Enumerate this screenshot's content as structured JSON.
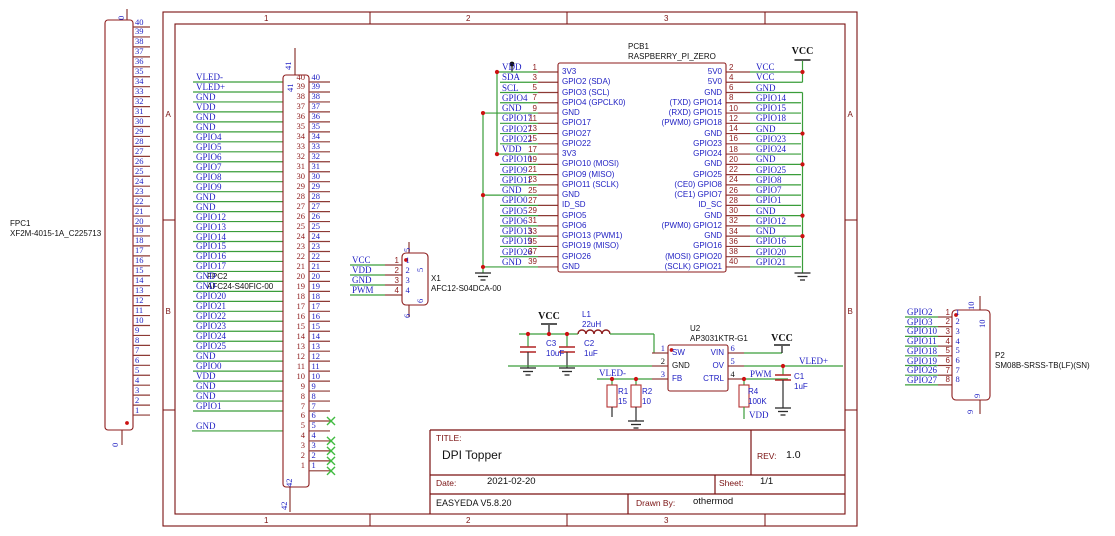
{
  "sheet": {
    "title_label": "TITLE:",
    "title": "DPI Topper",
    "rev_label": "REV:",
    "rev": "1.0",
    "date_label": "Date:",
    "date": "2021-02-20",
    "sheet_label": "Sheet:",
    "sheet_number": "1/1",
    "tool": "EASYEDA V5.8.20",
    "drawn_by_label": "Drawn By:",
    "drawn_by": "othermod",
    "cols": [
      "1",
      "2",
      "3"
    ],
    "rows": [
      "A",
      "B"
    ]
  },
  "colors": {
    "frame_red": "#7a1212",
    "component_red": "#8c1b1b",
    "stub_red": "#8d3a34",
    "passive_red": "#b53131",
    "wire_green": "#3a9d3a",
    "net_label_blue": "#1d1dc2",
    "junction_red": "#cc1111",
    "nc_green": "#41bb41",
    "ground_black": "#2b2b2b"
  },
  "fpc1": {
    "ref": "FPC1",
    "part": "XF2M-4015-1A_C225713",
    "mount_top": "0",
    "mount_bottom": "0",
    "pins": [
      40,
      39,
      38,
      37,
      36,
      35,
      34,
      33,
      32,
      31,
      30,
      29,
      28,
      27,
      26,
      25,
      24,
      23,
      22,
      21,
      20,
      19,
      18,
      17,
      16,
      15,
      14,
      13,
      12,
      11,
      10,
      9,
      8,
      7,
      6,
      5,
      4,
      3,
      2,
      1
    ]
  },
  "fpc2": {
    "ref": "FPC2",
    "part": "AFC24-S40FIC-00",
    "mount_top": "41",
    "mount_bottom": "42",
    "pins": [
      40,
      39,
      38,
      37,
      36,
      35,
      34,
      33,
      32,
      31,
      30,
      29,
      28,
      27,
      26,
      25,
      24,
      23,
      22,
      21,
      20,
      19,
      18,
      17,
      16,
      15,
      14,
      13,
      12,
      11,
      10,
      9,
      8,
      7,
      6,
      5,
      4,
      3,
      2,
      1
    ],
    "nc": [
      6,
      4,
      3,
      2,
      1
    ],
    "gnd5_net": "GND",
    "rows": [
      {
        "pin": 40,
        "net": "VLED-"
      },
      {
        "pin": 39,
        "net": "VLED+"
      },
      {
        "pin": 38,
        "net": "GND"
      },
      {
        "pin": 37,
        "net": "VDD"
      },
      {
        "pin": 36,
        "net": "GND"
      },
      {
        "pin": 35,
        "net": "GND"
      },
      {
        "pin": 34,
        "net": "GPIO4"
      },
      {
        "pin": 33,
        "net": "GPIO5"
      },
      {
        "pin": 32,
        "net": "GPIO6"
      },
      {
        "pin": 31,
        "net": "GPIO7"
      },
      {
        "pin": 30,
        "net": "GPIO8"
      },
      {
        "pin": 29,
        "net": "GPIO9"
      },
      {
        "pin": 28,
        "net": "GND"
      },
      {
        "pin": 27,
        "net": "GND"
      },
      {
        "pin": 26,
        "net": "GPIO12"
      },
      {
        "pin": 25,
        "net": "GPIO13"
      },
      {
        "pin": 24,
        "net": "GPIO14"
      },
      {
        "pin": 23,
        "net": "GPIO15"
      },
      {
        "pin": 22,
        "net": "GPIO16"
      },
      {
        "pin": 21,
        "net": "GPIO17"
      },
      {
        "pin": 20,
        "net": "GND"
      },
      {
        "pin": 19,
        "net": "GND"
      },
      {
        "pin": 18,
        "net": "GPIO20"
      },
      {
        "pin": 17,
        "net": "GPIO21"
      },
      {
        "pin": 16,
        "net": "GPIO22"
      },
      {
        "pin": 15,
        "net": "GPIO23"
      },
      {
        "pin": 14,
        "net": "GPIO24"
      },
      {
        "pin": 13,
        "net": "GPIO25"
      },
      {
        "pin": 12,
        "net": "GND"
      },
      {
        "pin": 11,
        "net": "GPIO0"
      },
      {
        "pin": 10,
        "net": "VDD"
      },
      {
        "pin": 9,
        "net": "GND"
      },
      {
        "pin": 8,
        "net": "GND"
      },
      {
        "pin": 7,
        "net": "GPIO1"
      }
    ]
  },
  "pi": {
    "ref": "PCB1",
    "part": "RASPBERRY_PI_ZERO",
    "vcc": "VCC",
    "left_rows": [
      {
        "pin": "1",
        "name": "3V3",
        "net": "VDD"
      },
      {
        "pin": "3",
        "name": "GPIO2 (SDA)",
        "net": "SDA"
      },
      {
        "pin": "5",
        "name": "GPIO3 (SCL)",
        "net": "SCL"
      },
      {
        "pin": "7",
        "name": "GPIO4 (GPCLK0)",
        "net": "GPIO4"
      },
      {
        "pin": "9",
        "name": "GND",
        "net": "GND"
      },
      {
        "pin": "11",
        "name": "GPIO17",
        "net": "GPIO17"
      },
      {
        "pin": "13",
        "name": "GPIO27",
        "net": "GPIO27"
      },
      {
        "pin": "15",
        "name": "GPIO22",
        "net": "GPIO22"
      },
      {
        "pin": "17",
        "name": "3V3",
        "net": "VDD"
      },
      {
        "pin": "19",
        "name": "GPIO10 (MOSI)",
        "net": "GPIO10"
      },
      {
        "pin": "21",
        "name": "GPIO9 (MISO)",
        "net": "GPIO9"
      },
      {
        "pin": "23",
        "name": "GPIO11 (SCLK)",
        "net": "GPIO11"
      },
      {
        "pin": "25",
        "name": "GND",
        "net": "GND"
      },
      {
        "pin": "27",
        "name": "ID_SD",
        "net": "GPIO0"
      },
      {
        "pin": "29",
        "name": "GPIO5",
        "net": "GPIO5"
      },
      {
        "pin": "31",
        "name": "GPIO6",
        "net": "GPIO6"
      },
      {
        "pin": "33",
        "name": "GPIO13 (PWM1)",
        "net": "GPIO13"
      },
      {
        "pin": "35",
        "name": "GPIO19 (MISO)",
        "net": "GPIO19"
      },
      {
        "pin": "37",
        "name": "GPIO26",
        "net": "GPIO26"
      },
      {
        "pin": "39",
        "name": "GND",
        "net": "GND"
      }
    ],
    "right_rows": [
      {
        "pin": "2",
        "name": "5V0",
        "net": "VCC",
        "bus": "vcc"
      },
      {
        "pin": "4",
        "name": "5V0",
        "net": "VCC",
        "bus": "vcc"
      },
      {
        "pin": "6",
        "name": "GND",
        "net": "GND",
        "bus": "gnd"
      },
      {
        "pin": "8",
        "name": "(TXD) GPIO14",
        "net": "GPIO14"
      },
      {
        "pin": "10",
        "name": "(RXD) GPIO15",
        "net": "GPIO15"
      },
      {
        "pin": "12",
        "name": "(PWM0) GPIO18",
        "net": "GPIO18"
      },
      {
        "pin": "14",
        "name": "GND",
        "net": "GND",
        "bus": "gnd"
      },
      {
        "pin": "16",
        "name": "GPIO23",
        "net": "GPIO23"
      },
      {
        "pin": "18",
        "name": "GPIO24",
        "net": "GPIO24"
      },
      {
        "pin": "20",
        "name": "GND",
        "net": "GND",
        "bus": "gnd"
      },
      {
        "pin": "22",
        "name": "GPIO25",
        "net": "GPIO25"
      },
      {
        "pin": "24",
        "name": "(CE0) GPIO8",
        "net": "GPIO8"
      },
      {
        "pin": "26",
        "name": "(CE1) GPIO7",
        "net": "GPIO7"
      },
      {
        "pin": "28",
        "name": "ID_SC",
        "net": "GPIO1"
      },
      {
        "pin": "30",
        "name": "GND",
        "net": "GND",
        "bus": "gnd"
      },
      {
        "pin": "32",
        "name": "(PWM0) GPIO12",
        "net": "GPIO12"
      },
      {
        "pin": "34",
        "name": "GND",
        "net": "GND",
        "bus": "gnd"
      },
      {
        "pin": "36",
        "name": "GPIO16",
        "net": "GPIO16"
      },
      {
        "pin": "38",
        "name": "(MOSI) GPIO20",
        "net": "GPIO20"
      },
      {
        "pin": "40",
        "name": "(SCLK) GPIO21",
        "net": "GPIO21"
      }
    ]
  },
  "x1": {
    "ref": "X1",
    "part": "AFC12-S04DCA-00",
    "mount_top": "5",
    "mount_bottom": "6",
    "rows": [
      {
        "pin": "1",
        "net": "VCC"
      },
      {
        "pin": "2",
        "net": "VDD"
      },
      {
        "pin": "3",
        "net": "GND"
      },
      {
        "pin": "4",
        "net": "PWM"
      }
    ]
  },
  "p2": {
    "ref": "P2",
    "part": "SM08B-SRSS-TB(LF)(SN)",
    "mount_top": "10",
    "mount_bottom": "9",
    "rows": [
      {
        "pin": "1",
        "net": "GPIO2"
      },
      {
        "pin": "2",
        "net": "GPIO3"
      },
      {
        "pin": "3",
        "net": "GPIO10"
      },
      {
        "pin": "4",
        "net": "GPIO11"
      },
      {
        "pin": "5",
        "net": "GPIO18"
      },
      {
        "pin": "6",
        "net": "GPIO19"
      },
      {
        "pin": "7",
        "net": "GPIO26"
      },
      {
        "pin": "8",
        "net": "GPIO27"
      }
    ]
  },
  "power": {
    "u2": {
      "ref": "U2",
      "part": "AP3031KTR-G1",
      "left_pins": [
        {
          "num": "1",
          "name": "SW"
        },
        {
          "num": "2",
          "name": "GND"
        },
        {
          "num": "3",
          "name": "FB"
        }
      ],
      "right_pins": [
        {
          "num": "6",
          "name": "VIN"
        },
        {
          "num": "5",
          "name": "OV"
        },
        {
          "num": "4",
          "name": "CTRL"
        }
      ]
    },
    "l1": {
      "ref": "L1",
      "value": "22uH"
    },
    "c1": {
      "ref": "C1",
      "value": "1uF"
    },
    "c2": {
      "ref": "C2",
      "value": "1uF"
    },
    "c3": {
      "ref": "C3",
      "value": "10uF"
    },
    "r1": {
      "ref": "R1",
      "value": "15"
    },
    "r2": {
      "ref": "R2",
      "value": "10"
    },
    "r4": {
      "ref": "R4",
      "value": "100K"
    },
    "nets": {
      "vcc": "VCC",
      "vdd": "VDD",
      "pwm": "PWM",
      "vled_minus": "VLED-",
      "vled_plus": "VLED+"
    }
  }
}
